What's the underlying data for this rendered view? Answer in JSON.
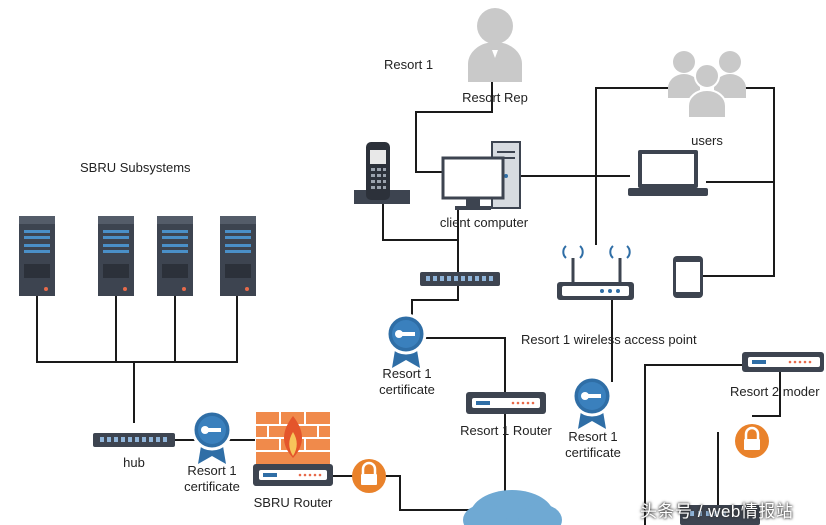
{
  "labels": {
    "resort1": "Resort 1",
    "resort_rep": "Resort Rep",
    "users": "users",
    "sbru_subsystems": "SBRU Subsystems",
    "client_computer": "client computer",
    "wap": "Resort 1 wireless access point",
    "cert_left_1": "Resort 1",
    "cert_left_2": "certificate",
    "cert_mid_1": "Resort 1",
    "cert_mid_2": "certificate",
    "cert_right_1": "Resort 1",
    "cert_right_2": "certificate",
    "resort1_router": "Resort 1 Router",
    "resort2_modem": "Resort 2 moder",
    "hub": "hub",
    "sbru_router": "SBRU Router"
  },
  "watermark": "头条号 / web情报站",
  "colors": {
    "line": "#1a1a1a",
    "device_dark": "#3d4450",
    "rack_light": "#4a8fc7",
    "badge_blue": "#2f6ea6",
    "lock_orange": "#e9822b",
    "firewall_orange": "#f08a4b",
    "cloud_blue": "#6fa9d3",
    "person_gray": "#c9c9c9"
  }
}
